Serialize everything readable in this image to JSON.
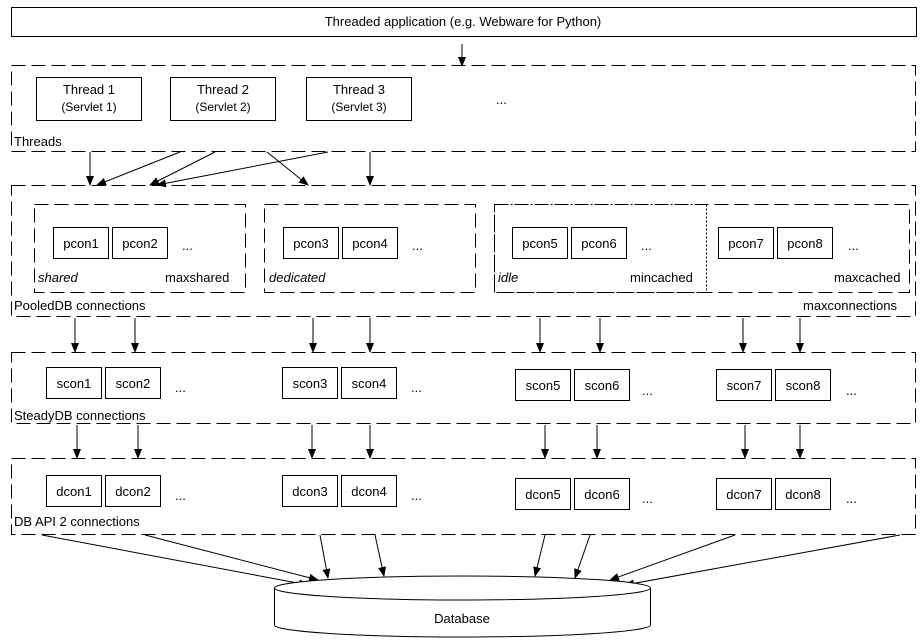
{
  "app": {
    "label": "Threaded application (e.g. Webware for Python)"
  },
  "threads": {
    "layer_label": "Threads",
    "items": [
      {
        "title": "Thread 1",
        "sub": "(Servlet 1)"
      },
      {
        "title": "Thread 2",
        "sub": "(Servlet 2)"
      },
      {
        "title": "Thread 3",
        "sub": "(Servlet 3)"
      }
    ],
    "ellipsis": "..."
  },
  "pooled": {
    "layer_label": "PooledDB connections",
    "groups": [
      {
        "left_label": "shared",
        "right_label": "maxshared",
        "conns": [
          "pcon1",
          "pcon2"
        ]
      },
      {
        "left_label": "dedicated",
        "right_label": "",
        "conns": [
          "pcon3",
          "pcon4"
        ]
      },
      {
        "left_label": "idle",
        "right_label": "mincached",
        "conns": [
          "pcon5",
          "pcon6"
        ]
      },
      {
        "left_label": "",
        "right_label": "maxcached",
        "conns": [
          "pcon7",
          "pcon8"
        ]
      }
    ],
    "outer_label": "maxconnections",
    "ellipsis": "..."
  },
  "steady": {
    "layer_label": "SteadyDB connections",
    "conns": [
      "scon1",
      "scon2",
      "scon3",
      "scon4",
      "scon5",
      "scon6",
      "scon7",
      "scon8"
    ],
    "ellipsis": "..."
  },
  "dbapi": {
    "layer_label": "DB API 2 connections",
    "conns": [
      "dcon1",
      "dcon2",
      "dcon3",
      "dcon4",
      "dcon5",
      "dcon6",
      "dcon7",
      "dcon8"
    ],
    "ellipsis": "..."
  },
  "database": {
    "label": "Database"
  }
}
